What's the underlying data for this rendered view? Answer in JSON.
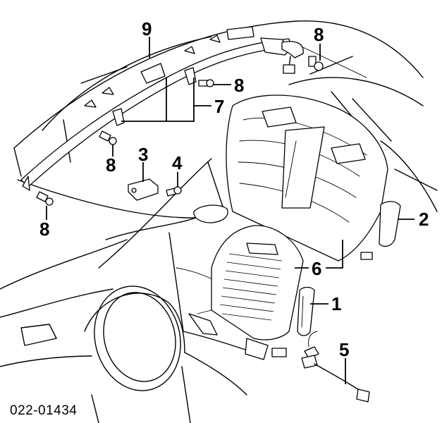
{
  "diagram": {
    "reference_code": "022-01434",
    "callouts": {
      "c1": "1",
      "c2": "2",
      "c3": "3",
      "c4": "4",
      "c5": "5",
      "c6": "6",
      "c7": "7",
      "c8a": "8",
      "c8b": "8",
      "c8c": "8",
      "c8d": "8",
      "c9": "9"
    }
  }
}
